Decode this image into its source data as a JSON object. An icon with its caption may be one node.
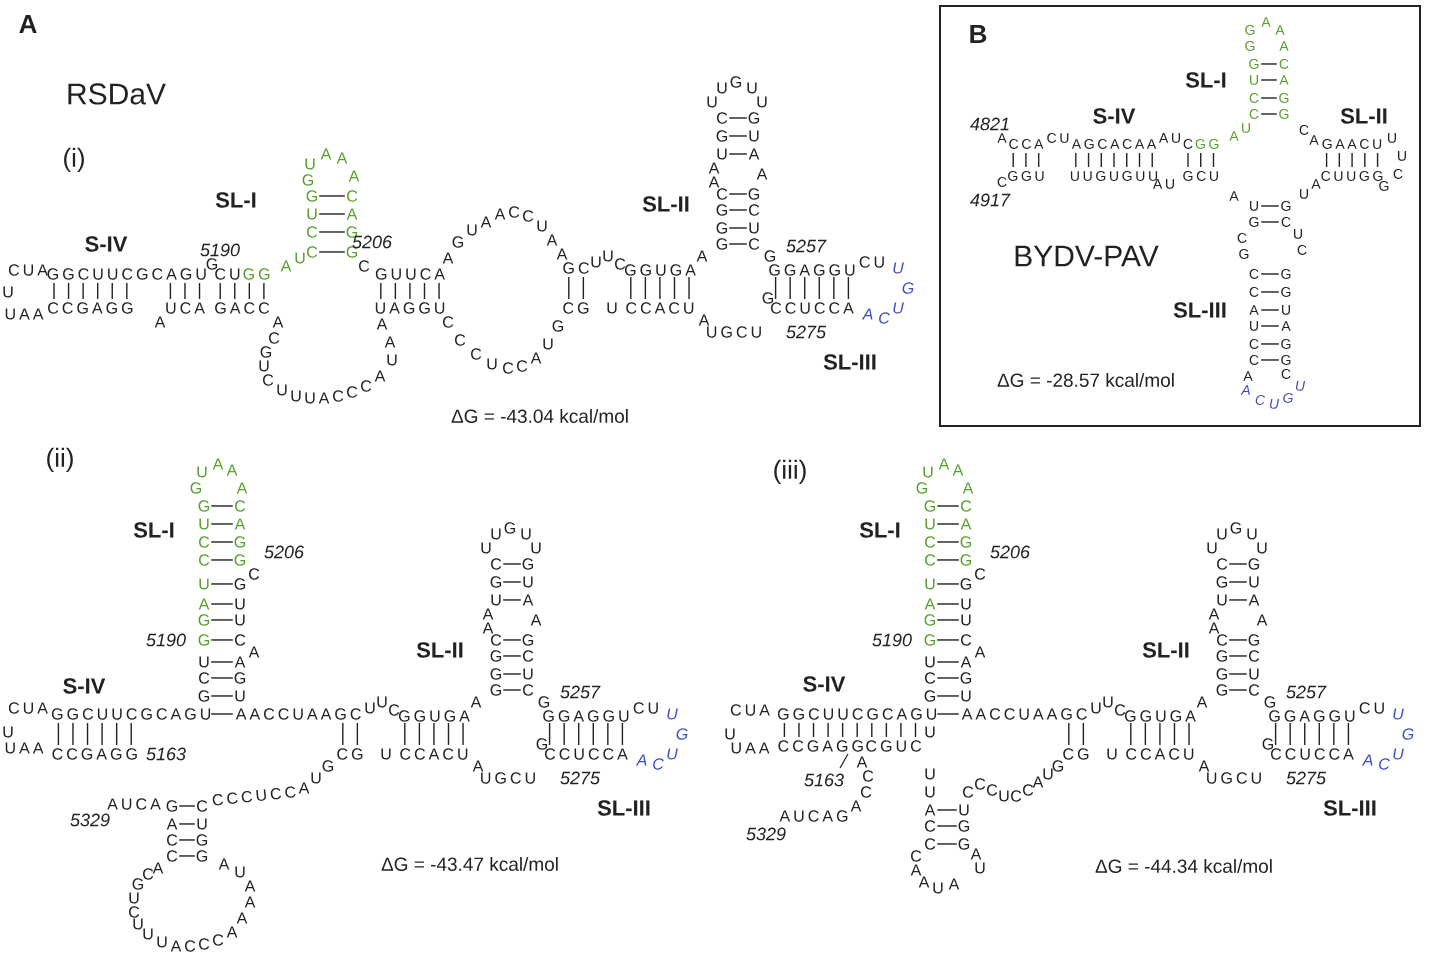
{
  "diagram": {
    "labels": [
      "A",
      "RSDaV",
      "(i)",
      "SL-I",
      "G",
      "U",
      "A",
      "A",
      "A",
      "G",
      "C",
      "U",
      "A",
      "C",
      "G",
      "C",
      "G",
      "S-IV",
      "5190",
      "5206",
      "C U A",
      "U",
      "U A A",
      "G G C U U C G C A G U",
      "G",
      "C U",
      "G G",
      "A",
      "U",
      "C",
      "G U U C A",
      "C C G A G G",
      "A",
      "U C A",
      "G A C C",
      "A",
      "C",
      "G",
      "U",
      "C",
      "U",
      "U",
      "U",
      "A",
      "C",
      "C",
      "C",
      "A",
      "U",
      "A",
      "A",
      "U A G G U",
      "C",
      "C",
      "C",
      "U",
      "C",
      "C",
      "A",
      "U",
      "G",
      "A",
      "G",
      "U",
      "A",
      "A",
      "C",
      "C",
      "U",
      "A",
      "A",
      "G C",
      "ΔG = -43.04 kcal/mol",
      "U",
      "U",
      "C",
      "G G U G A",
      "A",
      "U",
      "G",
      "U",
      "U",
      "U",
      "C",
      "G",
      "G",
      "U",
      "U",
      "A",
      "A",
      "A",
      "A",
      "C",
      "G",
      "G",
      "C",
      "G",
      "U",
      "G",
      "C",
      "SL-II",
      "G",
      "5257",
      "G G A G G U",
      "C U",
      "U",
      "G",
      "C G",
      "U",
      "C C A C U",
      "G",
      "C C U C C A",
      "A",
      "C",
      "U",
      "A",
      "U G C U",
      "5275",
      "SL-III",
      "(ii)",
      "S-IV",
      "C U A",
      "U",
      "U A A",
      "G G C U U C G C A G U",
      "A A C C U A A G C",
      "C C G A G G",
      "5163",
      "5329",
      "A U C A",
      "G",
      "C",
      "C C C U C C",
      "A",
      "U",
      "G",
      "A",
      "U",
      "C",
      "G",
      "C",
      "G",
      "A",
      "C",
      "G",
      "U",
      "C",
      "U",
      "U",
      "U",
      "A",
      "C",
      "C",
      "C",
      "A",
      "A",
      "A",
      "A",
      "U",
      "A",
      "ΔG = -43.47 kcal/mol",
      "SL-I",
      "G",
      "U",
      "A",
      "A",
      "A",
      "G",
      "C",
      "U",
      "A",
      "C",
      "G",
      "C",
      "G",
      "C",
      "5206",
      "U",
      "G",
      "A",
      "U",
      "G",
      "U",
      "G",
      "C",
      "A",
      "5190",
      "U",
      "A",
      "C",
      "G",
      "G",
      "U",
      "U",
      "U",
      "C",
      "G G U G A",
      "A",
      "U",
      "G",
      "U",
      "U",
      "U",
      "C",
      "G",
      "G",
      "U",
      "U",
      "A",
      "A",
      "A",
      "A",
      "C",
      "G",
      "G",
      "C",
      "G",
      "U",
      "G",
      "C",
      "SL-II",
      "G",
      "5257",
      "G G A G G U",
      "C U",
      "U",
      "G",
      "C G",
      "U",
      "C C A C U",
      "G",
      "C C U C C A",
      "A",
      "C",
      "U",
      "A",
      "U G C U",
      "5275",
      "SL-III",
      "(iii)",
      "S-IV",
      "C U A",
      "U",
      "U A A",
      "G G C U U C G C A G U",
      "A A C C U A A G C",
      "C C G A G G",
      "C G U C",
      "5163",
      "5329",
      "A U C A G",
      "A",
      "C",
      "C",
      "A",
      "U",
      "U",
      "U",
      "A",
      "U",
      "C",
      "G",
      "C",
      "G",
      "C",
      "A",
      "A",
      "U",
      "A",
      "U",
      "A",
      "C",
      "C",
      "C",
      "U",
      "C",
      "C",
      "A",
      "U",
      "G",
      "ΔG = -44.34 kcal/mol",
      "SL-I",
      "G",
      "U",
      "A",
      "A",
      "A",
      "G",
      "C",
      "U",
      "A",
      "C",
      "G",
      "C",
      "G",
      "C",
      "5206",
      "U",
      "G",
      "A",
      "U",
      "G",
      "U",
      "G",
      "C",
      "A",
      "5190",
      "U",
      "A",
      "C",
      "G",
      "G",
      "U",
      "U",
      "U",
      "C",
      "G G U G A",
      "A",
      "U",
      "G",
      "U",
      "U",
      "U",
      "C",
      "G",
      "G",
      "U",
      "U",
      "A",
      "A",
      "A",
      "A",
      "C",
      "G",
      "G",
      "C",
      "G",
      "U",
      "G",
      "C",
      "SL-II",
      "G",
      "5257",
      "G G A G G U",
      "C U",
      "U",
      "G",
      "C G",
      "U",
      "C C A C U",
      "G",
      "C C U C C A",
      "A",
      "C",
      "U",
      "A",
      "U G C U",
      "5275",
      "SL-III",
      "B",
      "G",
      "A",
      "A",
      "G",
      "A",
      "G",
      "C",
      "U",
      "A",
      "C",
      "G",
      "C",
      "G",
      "SL-I",
      "4821",
      "S-IV",
      "SL-II",
      "A",
      "C C A",
      "C U",
      "A G C A C A A",
      "A U",
      "C",
      "G G",
      "A",
      "U",
      "C",
      "A",
      "G A A C U",
      "U",
      "U",
      "C",
      "G",
      "C",
      "G G U",
      "U U G U G U U",
      "A U",
      "G C U",
      "C U U G G",
      "4917",
      "A",
      "U",
      "G",
      "G",
      "C",
      "U",
      "A",
      "C",
      "G",
      "U",
      "C",
      "C",
      "G",
      "C",
      "G",
      "A",
      "U",
      "U",
      "A",
      "C",
      "G",
      "C",
      "G",
      "A",
      "C",
      "A",
      "C",
      "U",
      "G",
      "U",
      "BYDV-PAV",
      "SL-III",
      "ΔG = -28.57 kcal/mol"
    ]
  }
}
